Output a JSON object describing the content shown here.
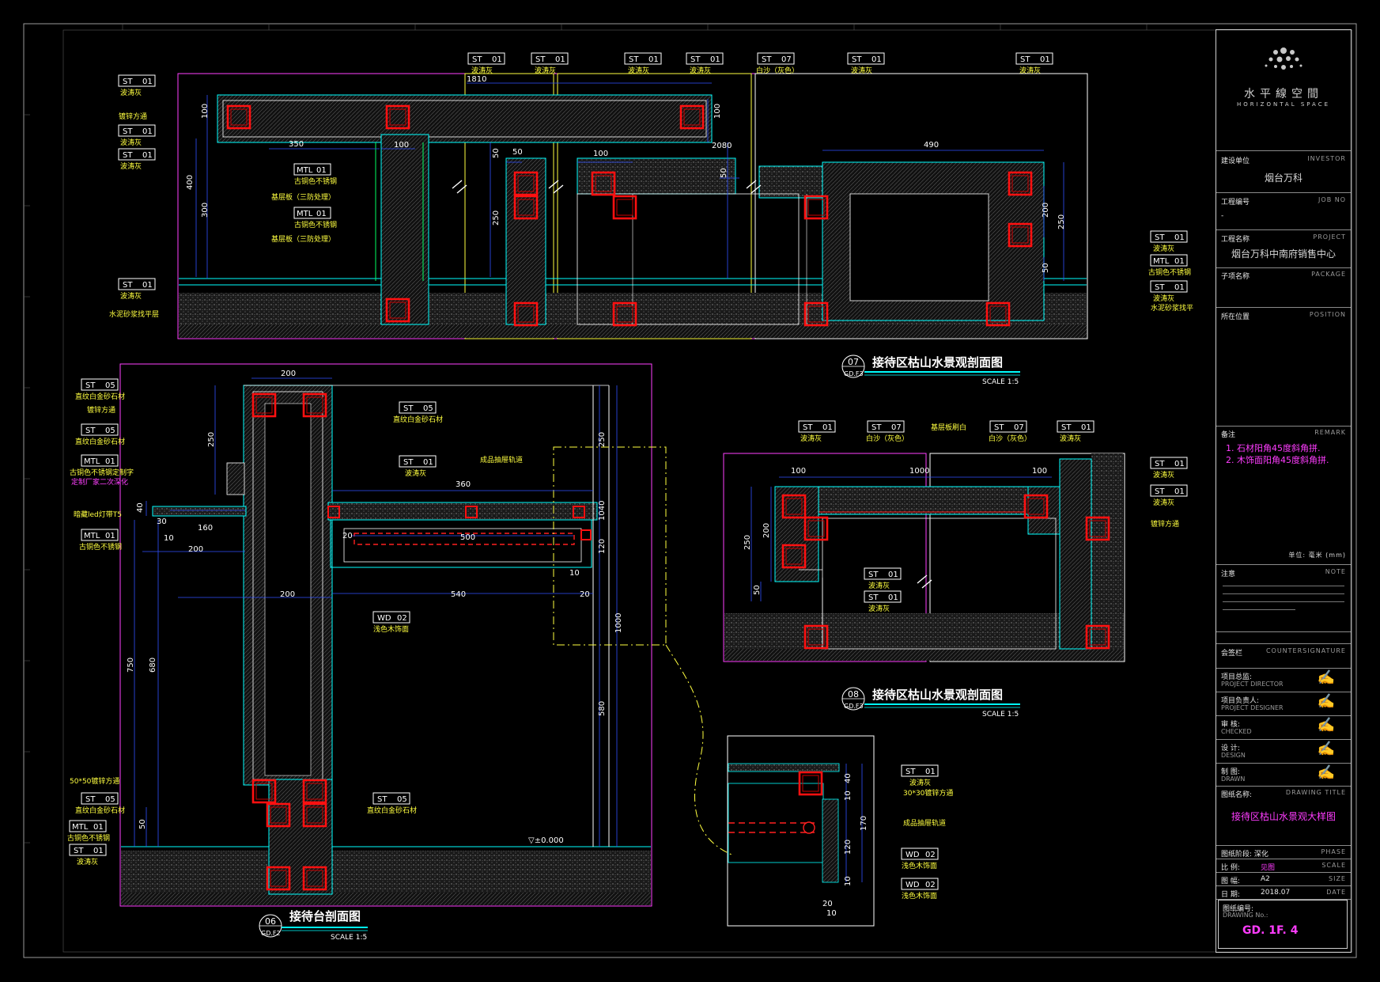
{
  "title_block": {
    "company_cn": "水平線空間",
    "company_en": "HORIZONTAL SPACE",
    "investor_cn": "建设单位",
    "investor_en": "INVESTOR",
    "investor_value": "烟台万科",
    "job_cn": "工程编号",
    "job_en": "JOB NO",
    "job_value": "-",
    "project_cn": "工程名称",
    "project_en": "PROJECT",
    "project_value": "烟台万科中南府销售中心",
    "package_cn": "子项名称",
    "package_en": "PACKAGE",
    "position_cn": "所在位置",
    "position_en": "POSITION",
    "remark_cn": "备注",
    "remark_en": "REMARK",
    "remark_lines": [
      "1. 石材阳角45度斜角拼.",
      "2. 木饰面阳角45度斜角拼."
    ],
    "unit_text": "单位: 毫米 (mm)",
    "note_cn": "注意",
    "note_en": "NOTE",
    "countersign_cn": "会签栏",
    "countersign_en": "COUNTERSIGNATURE",
    "director_cn": "项目总监:",
    "director_en": "PROJECT DIRECTOR",
    "designer_cn": "项目负责人:",
    "designer_en": "PROJECT DESIGNER",
    "checked_cn": "审    核:",
    "checked_en": "CHECKED",
    "design_cn": "设    计:",
    "design_en": "DESIGN",
    "drawn_cn": "制    图:",
    "drawn_en": "DRAWN",
    "drawing_title_cn": "图纸名称:",
    "drawing_title_en": "DRAWING TITLE",
    "drawing_title_value": "接待区枯山水景观大样图",
    "phase_cn": "图纸阶段: 深化",
    "phase_en": "PHASE",
    "scale_cn": "比    例:",
    "scale_value": "见图",
    "scale_en": "SCALE",
    "size_cn": "图    幅:",
    "size_value": "A2",
    "size_en": "SIZE",
    "date_cn": "日    期:",
    "date_value": "2018.07",
    "date_en": "DATE",
    "drawing_no_cn": "图纸编号:",
    "drawing_no_en": "DRAWING No.:",
    "drawing_no_value": "GD. 1F. 4"
  },
  "sections": [
    {
      "number": "07",
      "ref": "GD.F3",
      "title": "接待区枯山水景观剖面图",
      "scale": "SCALE 1:5"
    },
    {
      "number": "08",
      "ref": "GD.F3",
      "title": "接待区枯山水景观剖面图",
      "scale": "SCALE 1:5"
    },
    {
      "number": "06",
      "ref": "GD.F2",
      "title": "接待台剖面图",
      "scale": "SCALE 1:5"
    }
  ],
  "tags": {
    "st01": {
      "code": "ST",
      "num": "01",
      "desc": "波涛灰"
    },
    "st07": {
      "code": "ST",
      "num": "07",
      "desc": "白沙（灰色）"
    },
    "st05": {
      "code": "ST",
      "num": "05",
      "desc": "直纹白金砂石材"
    },
    "mtl01": {
      "code": "MTL",
      "num": "01",
      "desc": "古铜色不锈钢"
    },
    "wd02": {
      "code": "WD",
      "num": "02",
      "desc": "浅色木饰面"
    }
  },
  "labels": {
    "steel_tube": "镀锌方通",
    "base_board": "基层板（三防处理）",
    "cement": "水泥砂浆找平层",
    "cement2": "水泥砂浆找平",
    "white_base": "基层板刷白",
    "steel_tube2": "镀锌方通",
    "mtl_custom": "古铜色不锈钢定制字",
    "mtl_note": "定制厂家二次深化",
    "led": "暗藏led灯带T5",
    "drawer": "成品抽屉轨道",
    "tube50": "50*50镀锌方通",
    "tube30": "30*30镀锌方通",
    "floor_level": "▽±0.000"
  },
  "dims": {
    "d1": "1810",
    "d2": "100",
    "d3": "350",
    "d4": "100",
    "d5": "400",
    "d6": "300",
    "d7": "50",
    "d8": "250",
    "d9": "50",
    "d10": "100",
    "d11": "100",
    "d12": "2080",
    "d13": "50",
    "d14": "490",
    "d15": "200",
    "d16": "250",
    "d17": "50",
    "a1": "200",
    "a2": "250",
    "a3": "360",
    "a4": "40",
    "a5": "30",
    "a6": "160",
    "a7": "10",
    "a8": "200",
    "a9": "20",
    "a10": "500",
    "a11": "200",
    "a12": "540",
    "a13": "20",
    "a14": "10",
    "a15": "250",
    "a16": "1040",
    "a17": "120",
    "a18": "1000",
    "a19": "580",
    "a20": "750",
    "a21": "680",
    "a22": "50",
    "b1": "100",
    "b2": "1000",
    "b3": "100",
    "b4": "250",
    "b5": "200",
    "b6": "50",
    "c1": "40",
    "c2": "10",
    "c3": "170",
    "c4": "120",
    "c5": "10",
    "c6": "20",
    "c7": "10"
  }
}
